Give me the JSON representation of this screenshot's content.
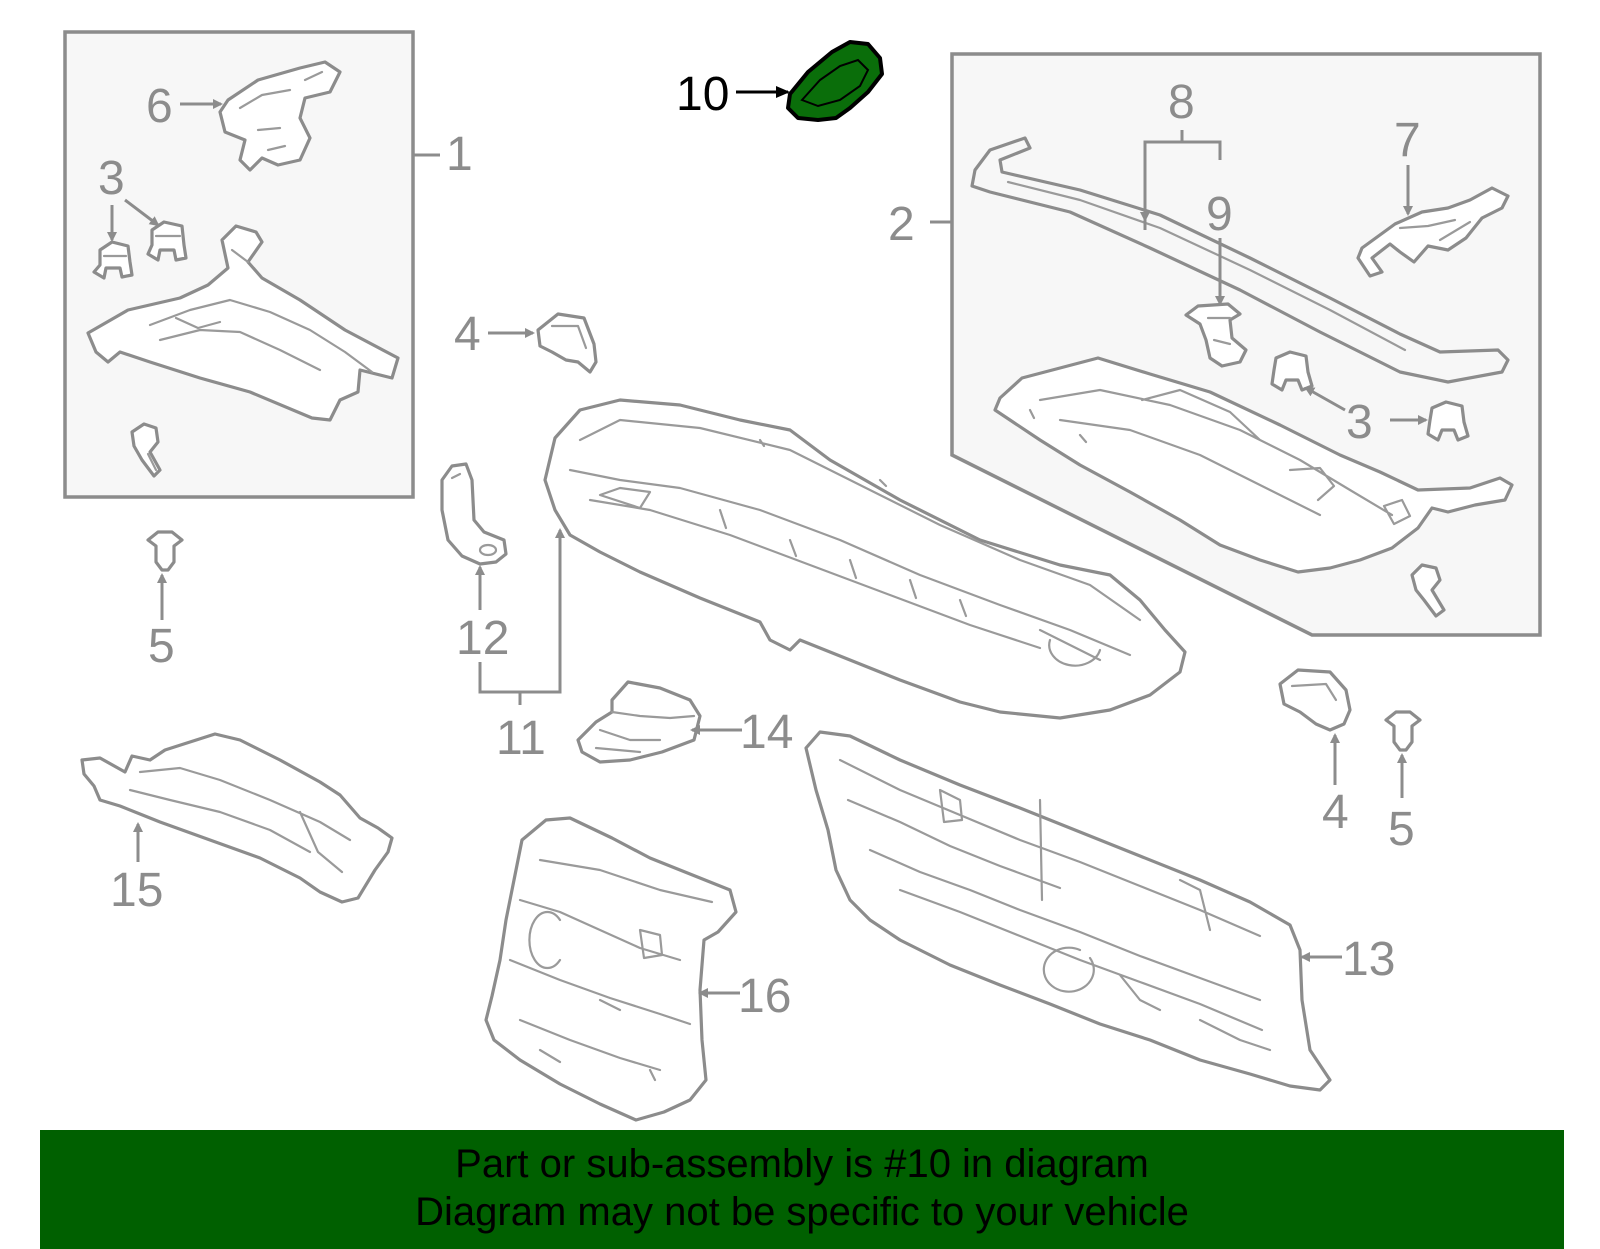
{
  "callouts": {
    "c1": "1",
    "c2": "2",
    "c3a": "3",
    "c3b": "3",
    "c4a": "4",
    "c4b": "4",
    "c5a": "5",
    "c5b": "5",
    "c6": "6",
    "c7": "7",
    "c8": "8",
    "c9": "9",
    "c10": "10",
    "c11": "11",
    "c12": "12",
    "c13": "13",
    "c14": "14",
    "c15": "15",
    "c16": "16"
  },
  "banner": {
    "line1": "Part or sub-assembly is #10 in diagram",
    "line2": "Diagram may not be specific to your vehicle"
  },
  "colors": {
    "highlight_part": "#0a6e0a",
    "banner_bg": "#006000",
    "line_gray": "#8c8c8c",
    "text_black": "#000000"
  }
}
